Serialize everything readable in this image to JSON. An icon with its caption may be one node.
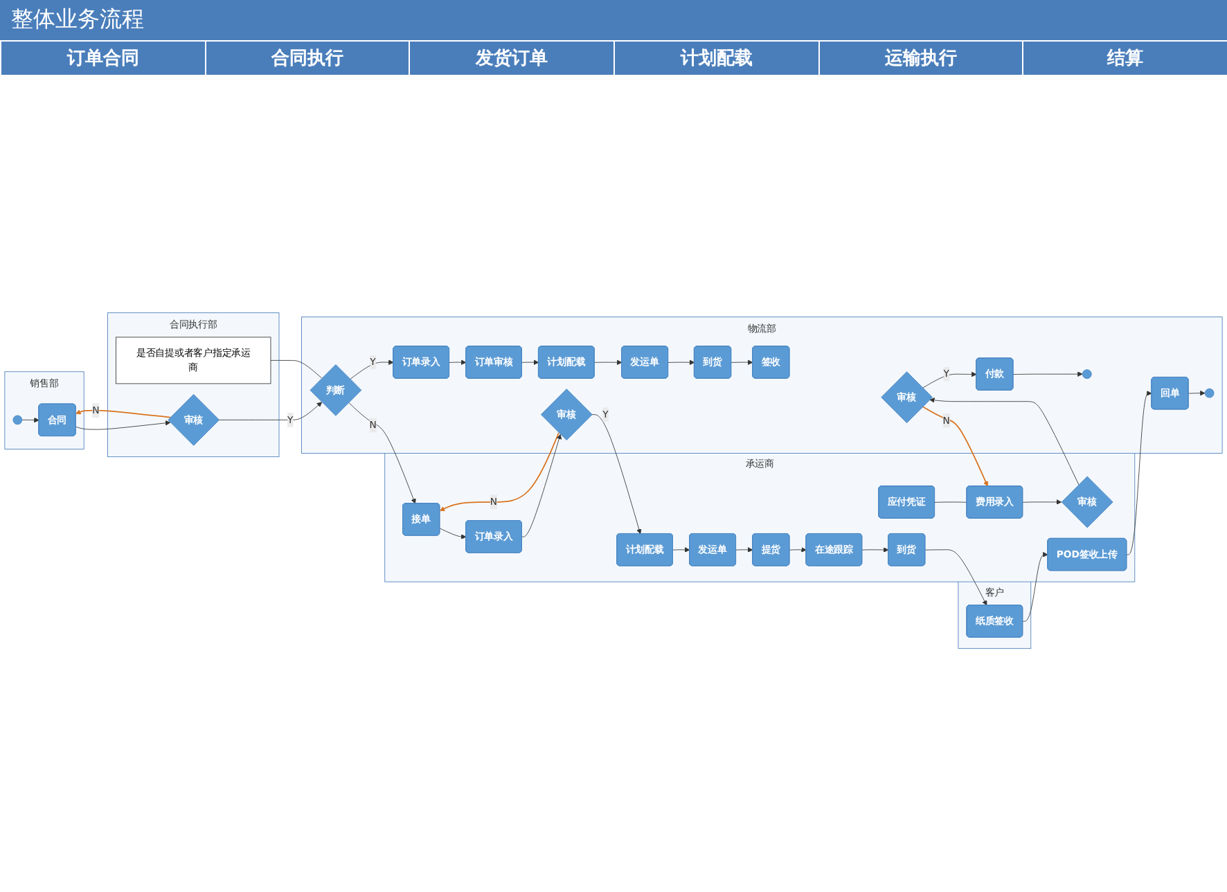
{
  "diagram": {
    "title": "整体业务流程",
    "nodes": [
      {
        "text": [
          "销售部"
        ]
      },
      {
        "text": [
          "合同执行部"
        ]
      },
      {
        "text": [
          "物流部"
        ]
      },
      {
        "text": [
          "承运商"
        ]
      },
      {
        "text": [
          "客户"
        ]
      },
      {
        "text": [],
        "shape": "circle",
        "in": 0
      },
      {
        "text": [
          "合同"
        ],
        "in": 0
      },
      {
        "text": [
          "审核"
        ],
        "in": 1
      },
      {
        "text": [
          "是否自提或者客户指定承运商"
        ],
        "in": 1
      },
      {
        "text": [
          "判断"
        ],
        "in": 2
      },
      {
        "text": [
          "订单录入"
        ],
        "in": 2
      },
      {
        "text": [
          "订单审核"
        ],
        "in": 2
      },
      {
        "text": [
          "计划配载"
        ],
        "in": 2
      },
      {
        "text": [
          "发运单"
        ],
        "in": 2
      },
      {
        "text": [
          "到货"
        ],
        "in": 2
      },
      {
        "text": [
          "签收"
        ],
        "in": 2
      },
      {
        "text": [],
        "shape": "circle",
        "in": 2
      },
      {
        "text": [
          "回单"
        ],
        "in": 2
      },
      {
        "text": [],
        "shape": "circle",
        "in": 2
      },
      {
        "text": [
          "付款"
        ],
        "in": 2
      },
      {
        "text": [
          "审核"
        ],
        "in": 2
      },
      {
        "text": [
          "审核"
        ],
        "in": 2
      },
      {
        "text": [
          "接单"
        ],
        "in": 3
      },
      {
        "text": [
          "订单录入"
        ],
        "in": 3
      },
      {
        "text": [
          "计划配载"
        ],
        "in": 3
      },
      {
        "text": [
          "发运单"
        ],
        "in": 3
      },
      {
        "text": [
          "审核"
        ],
        "in": 3
      },
      {
        "text": [
          "提货"
        ],
        "in": 3
      },
      {
        "text": [
          "费用录入"
        ],
        "in": 3
      },
      {
        "text": [
          "在途跟踪"
        ],
        "in": 3
      },
      {
        "text": [
          "到货"
        ],
        "in": 3
      },
      {
        "text": [
          "POD签收上传"
        ],
        "in": 3
      },
      {
        "text": [
          "应付凭证"
        ],
        "in": 3
      },
      {
        "text": [
          "纸质签收"
        ],
        "in": 4
      }
    ],
    "edges": [
      {
        "from": 5,
        "to": 6,
        "arrow": "to"
      },
      {
        "from": 6,
        "to": 7,
        "arrow": "to"
      },
      {
        "from": 7,
        "to": 6,
        "arrow": "to",
        "label": "N",
        "color": "#d9731f"
      },
      {
        "from": 7,
        "to": 9,
        "arrow": "to",
        "label": "Y"
      },
      {
        "from": 8,
        "to": 9,
        "arrow": "none"
      },
      {
        "from": 9,
        "to": 10,
        "arrow": "to",
        "label": "Y"
      },
      {
        "from": 10,
        "to": 11,
        "arrow": "to"
      },
      {
        "from": 11,
        "to": 12,
        "arrow": "to"
      },
      {
        "from": 12,
        "to": 13,
        "arrow": "to"
      },
      {
        "from": 13,
        "to": 14,
        "arrow": "to"
      },
      {
        "from": 14,
        "to": 15,
        "arrow": "to"
      },
      {
        "from": 9,
        "to": 22,
        "arrow": "to",
        "label": "N"
      },
      {
        "from": 20,
        "to": 22,
        "arrow": "to",
        "label": "N",
        "color": "#d9731f"
      },
      {
        "from": 22,
        "to": 23,
        "arrow": "to"
      },
      {
        "from": 23,
        "to": 20,
        "arrow": "to"
      },
      {
        "from": 20,
        "to": 24,
        "arrow": "to",
        "label": "Y"
      },
      {
        "from": 24,
        "to": 25,
        "arrow": "to"
      },
      {
        "from": 25,
        "to": 27,
        "arrow": "to"
      },
      {
        "from": 27,
        "to": 29,
        "arrow": "to"
      },
      {
        "from": 29,
        "to": 30,
        "arrow": "to"
      },
      {
        "from": 30,
        "to": 33,
        "arrow": "to"
      },
      {
        "from": 33,
        "to": 31,
        "arrow": "to"
      },
      {
        "from": 31,
        "to": 17,
        "arrow": "to"
      },
      {
        "from": 17,
        "to": 16,
        "arrow": "to"
      },
      {
        "from": 32,
        "to": 28,
        "arrow": "none"
      },
      {
        "from": 28,
        "to": 26,
        "arrow": "to"
      },
      {
        "from": 26,
        "to": 21,
        "arrow": "to"
      },
      {
        "from": 21,
        "to": 19,
        "arrow": "to",
        "label": "Y"
      },
      {
        "from": 19,
        "to": 18,
        "arrow": "to"
      },
      {
        "from": 21,
        "to": 28,
        "arrow": "to",
        "label": "N",
        "color": "#d9731f"
      }
    ],
    "labels": [
      "订单合同",
      "合同执行",
      "发货订单",
      "计划配载",
      "运输执行",
      "结算"
    ]
  }
}
